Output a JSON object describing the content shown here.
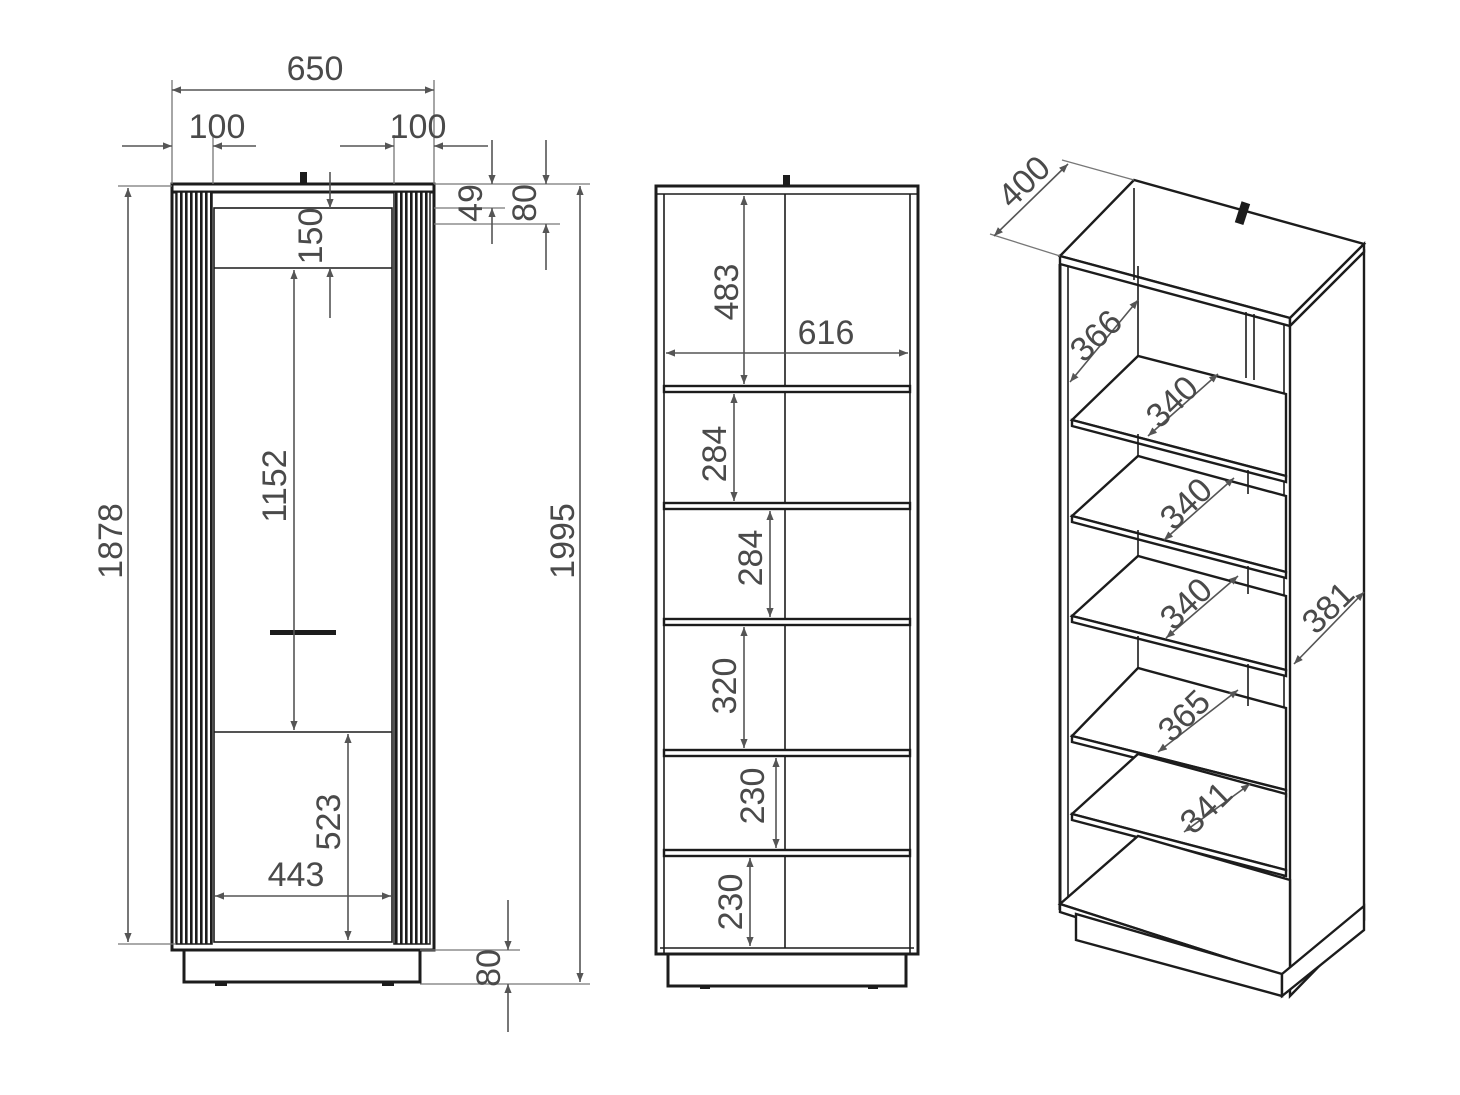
{
  "colors": {
    "line": "#1c1c1c",
    "dimension": "#555555",
    "text": "#4a4a4a"
  },
  "front_view": {
    "width_total": "650",
    "width_left_pillar": "100",
    "width_right_pillar": "100",
    "top_offset_a": "49",
    "top_offset_b": "80",
    "top_rail": "150",
    "glass_height": "1152",
    "lower_height": "523",
    "inner_width": "443",
    "body_height": "1878",
    "total_height": "1995",
    "plinth_height": "80"
  },
  "inner_view": {
    "inner_width": "616",
    "compartments": [
      "483",
      "284",
      "284",
      "320",
      "230",
      "230"
    ]
  },
  "iso_view": {
    "depth": "400",
    "top_depth": "366",
    "shelf_depths": [
      "340",
      "340",
      "340",
      "365",
      "341"
    ],
    "side_depth": "381"
  }
}
